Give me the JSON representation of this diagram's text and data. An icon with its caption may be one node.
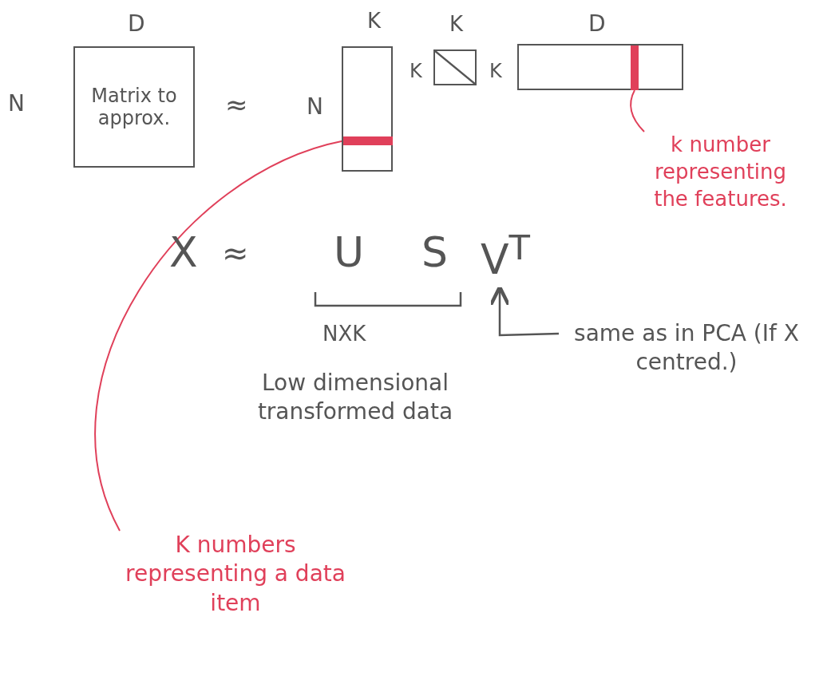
{
  "diagram": {
    "nodes": [
      {
        "text": [
          "Matrix to approx."
        ]
      },
      {
        "text": [],
        "shape": "box"
      },
      {
        "text": [],
        "shape": "bar",
        "in": 1
      },
      {
        "text": [],
        "shape": "box"
      },
      {
        "text": [],
        "shape": "box"
      },
      {
        "text": [],
        "shape": "bar",
        "in": 4
      },
      {
        "text": [
          "k number representing the features."
        ]
      },
      {
        "text": [
          "V$^{T}$"
        ]
      },
      {
        "text": [
          "same as in PCA (If X centred.)"
        ]
      },
      {
        "text": [
          "K numbers representing a data item"
        ]
      }
    ],
    "edges": [
      {
        "from": 6,
        "to": 5,
        "arrow": "none"
      },
      {
        "from": 9,
        "to": 2,
        "arrow": "none"
      },
      {
        "from": 8,
        "to": 7,
        "arrow": "to",
        "color": "#555555"
      }
    ],
    "labels": [
      "D",
      "N",
      "≈",
      "K",
      "N",
      "K",
      "K",
      "K",
      "D",
      "X",
      "≈",
      "U",
      "S",
      "NXK",
      "Low dimensional transformed data"
    ]
  }
}
